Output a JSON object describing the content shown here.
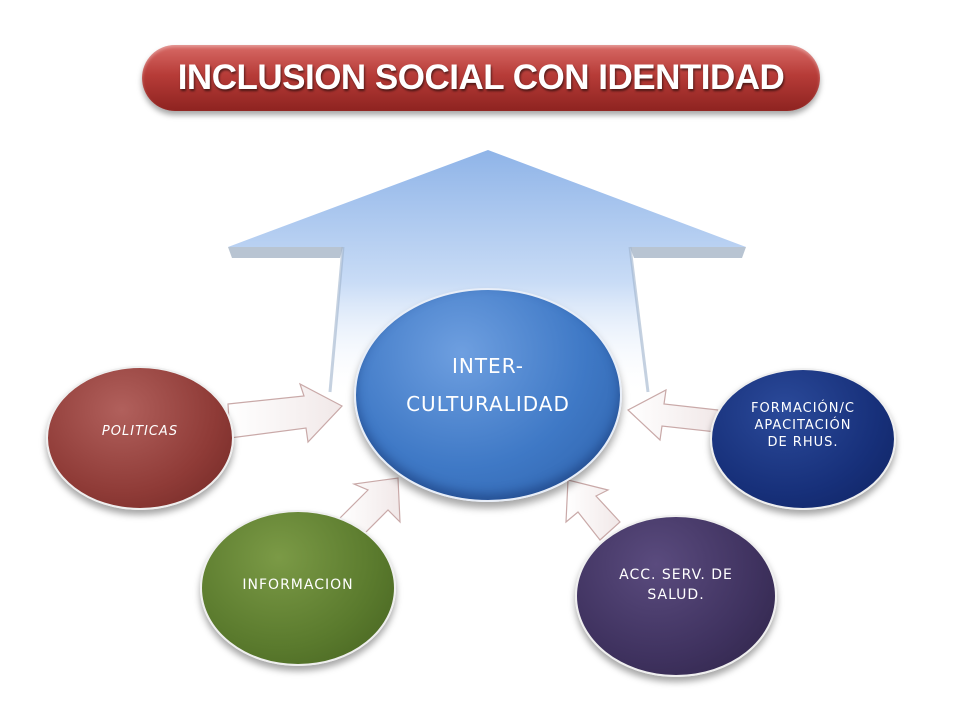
{
  "title": "INCLUSION SOCIAL CON IDENTIDAD",
  "center": {
    "label": "INTER-\nCULTURALIDAD"
  },
  "nodes": {
    "politicas": "POLITICAS",
    "formacion": "FORMACIÓN/C\nAPACITACIÓN\nDE RHUS.",
    "informacion": "INFORMACION",
    "acc": "ACC. SERV. DE\nSALUD."
  },
  "colors": {
    "title": "#b73c38",
    "center": "#3f79c6",
    "politicas": "#8f3b37",
    "formacion": "#17307a",
    "informacion": "#5a7a2d",
    "acc": "#3f325f",
    "arrow": "#a9c6ee"
  }
}
